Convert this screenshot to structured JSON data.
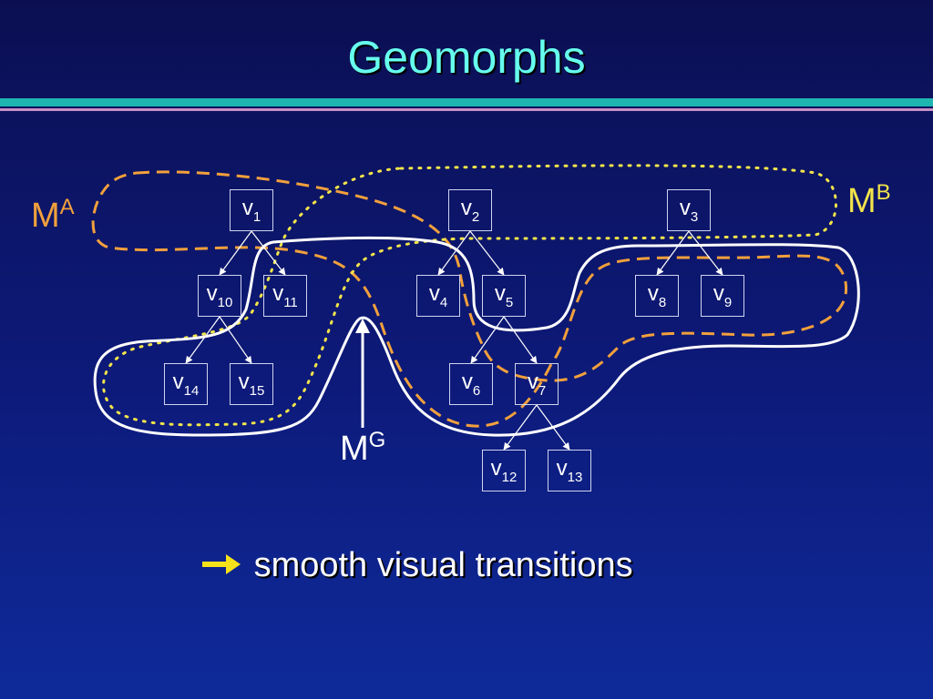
{
  "slide": {
    "title": "Geomorphs",
    "caption": "smooth visual transitions",
    "caption_arrow_icon": "right-arrow-icon"
  },
  "regions": {
    "ma": {
      "base": "M",
      "sup": "A",
      "stroke": "#f2a03c",
      "style": "dashed"
    },
    "mb": {
      "base": "M",
      "sup": "B",
      "stroke": "#f2e44a",
      "style": "dotted"
    },
    "mg": {
      "base": "M",
      "sup": "G",
      "stroke": "#ffffff",
      "style": "solid"
    }
  },
  "nodes": [
    {
      "id": "v1",
      "base": "v",
      "sub": "1"
    },
    {
      "id": "v2",
      "base": "v",
      "sub": "2"
    },
    {
      "id": "v3",
      "base": "v",
      "sub": "3"
    },
    {
      "id": "v10",
      "base": "v",
      "sub": "10"
    },
    {
      "id": "v11",
      "base": "v",
      "sub": "11"
    },
    {
      "id": "v4",
      "base": "v",
      "sub": "4"
    },
    {
      "id": "v5",
      "base": "v",
      "sub": "5"
    },
    {
      "id": "v8",
      "base": "v",
      "sub": "8"
    },
    {
      "id": "v9",
      "base": "v",
      "sub": "9"
    },
    {
      "id": "v14",
      "base": "v",
      "sub": "14"
    },
    {
      "id": "v15",
      "base": "v",
      "sub": "15"
    },
    {
      "id": "v6",
      "base": "v",
      "sub": "6"
    },
    {
      "id": "v7",
      "base": "v",
      "sub": "7"
    },
    {
      "id": "v12",
      "base": "v",
      "sub": "12"
    },
    {
      "id": "v13",
      "base": "v",
      "sub": "13"
    }
  ],
  "edges": [
    [
      "v1",
      "v10"
    ],
    [
      "v1",
      "v11"
    ],
    [
      "v2",
      "v4"
    ],
    [
      "v2",
      "v5"
    ],
    [
      "v3",
      "v8"
    ],
    [
      "v3",
      "v9"
    ],
    [
      "v10",
      "v14"
    ],
    [
      "v10",
      "v15"
    ],
    [
      "v5",
      "v6"
    ],
    [
      "v5",
      "v7"
    ],
    [
      "v7",
      "v12"
    ],
    [
      "v7",
      "v13"
    ]
  ]
}
